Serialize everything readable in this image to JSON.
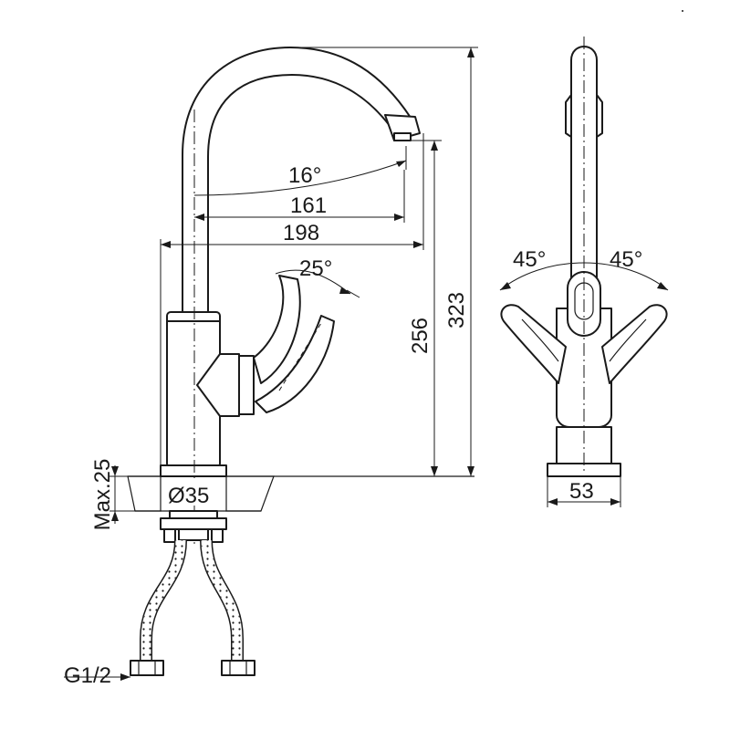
{
  "dimensions": {
    "spout_angle": "16°",
    "reach_inner": "161",
    "reach_outer": "198",
    "lever_angle": "25°",
    "spout_height": "256",
    "total_height": "323",
    "handle_angle_left": "45°",
    "handle_angle_right": "45°",
    "base_width": "53",
    "hole_diameter": "Ø35",
    "max_counter_thickness": "Max.25",
    "thread_size": "G1/2"
  }
}
